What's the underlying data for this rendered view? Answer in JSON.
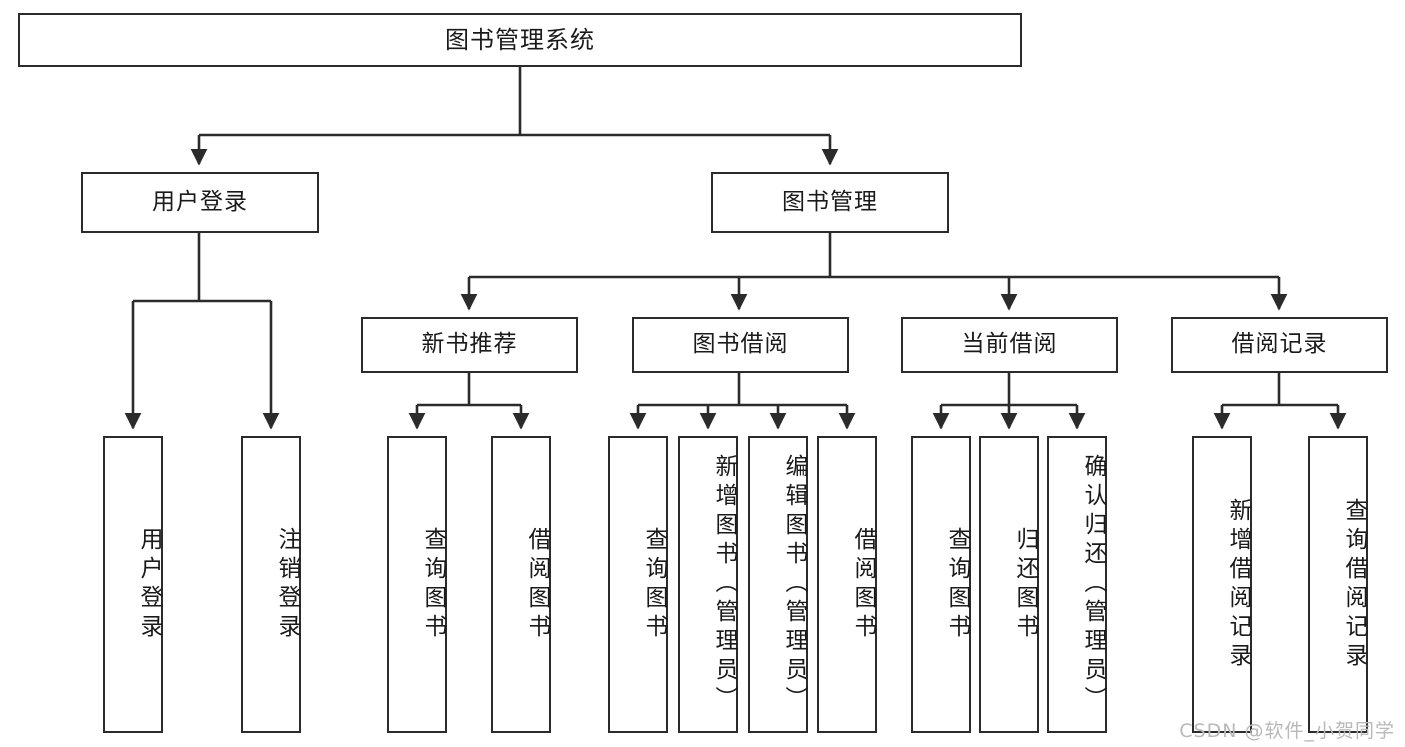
{
  "diagram": {
    "title": "图书管理系统",
    "type": "tree-hierarchy-chart",
    "colors": {
      "stroke": "#2b2b2b",
      "fill": "#ffffff",
      "text": "#1a1a1a",
      "watermark": "#b9b9b9"
    },
    "root": {
      "label": "图书管理系统"
    },
    "level2": [
      {
        "id": "user-login",
        "label": "用户登录"
      },
      {
        "id": "book-manage",
        "label": "图书管理"
      }
    ],
    "level3": [
      {
        "id": "new-book-recommend",
        "label": "新书推荐"
      },
      {
        "id": "book-borrow",
        "label": "图书借阅"
      },
      {
        "id": "current-borrow",
        "label": "当前借阅"
      },
      {
        "id": "borrow-record",
        "label": "借阅记录"
      }
    ],
    "leaves": {
      "user_login": [
        {
          "id": "leaf-user-login",
          "label": "用户登录"
        },
        {
          "id": "leaf-logout-login",
          "label": "注销登录"
        }
      ],
      "new_book_recommend": [
        {
          "id": "leaf-query-book-1",
          "label": "查询图书"
        },
        {
          "id": "leaf-borrow-book-1",
          "label": "借阅图书"
        }
      ],
      "book_borrow": [
        {
          "id": "leaf-query-book-2",
          "label": "查询图书"
        },
        {
          "id": "leaf-add-book",
          "label": "新增图书（管理员）"
        },
        {
          "id": "leaf-edit-book",
          "label": "编辑图书（管理员）"
        },
        {
          "id": "leaf-borrow-book-2",
          "label": "借阅图书"
        }
      ],
      "current_borrow": [
        {
          "id": "leaf-query-book-3",
          "label": "查询图书"
        },
        {
          "id": "leaf-return-book",
          "label": "归还图书"
        },
        {
          "id": "leaf-confirm-return",
          "label": "确认归还（管理员）"
        }
      ],
      "borrow_record": [
        {
          "id": "leaf-add-record",
          "label": "新增借阅记录"
        },
        {
          "id": "leaf-query-record",
          "label": "查询借阅记录"
        }
      ]
    },
    "watermark": "CSDN @软件_小贺同学"
  }
}
